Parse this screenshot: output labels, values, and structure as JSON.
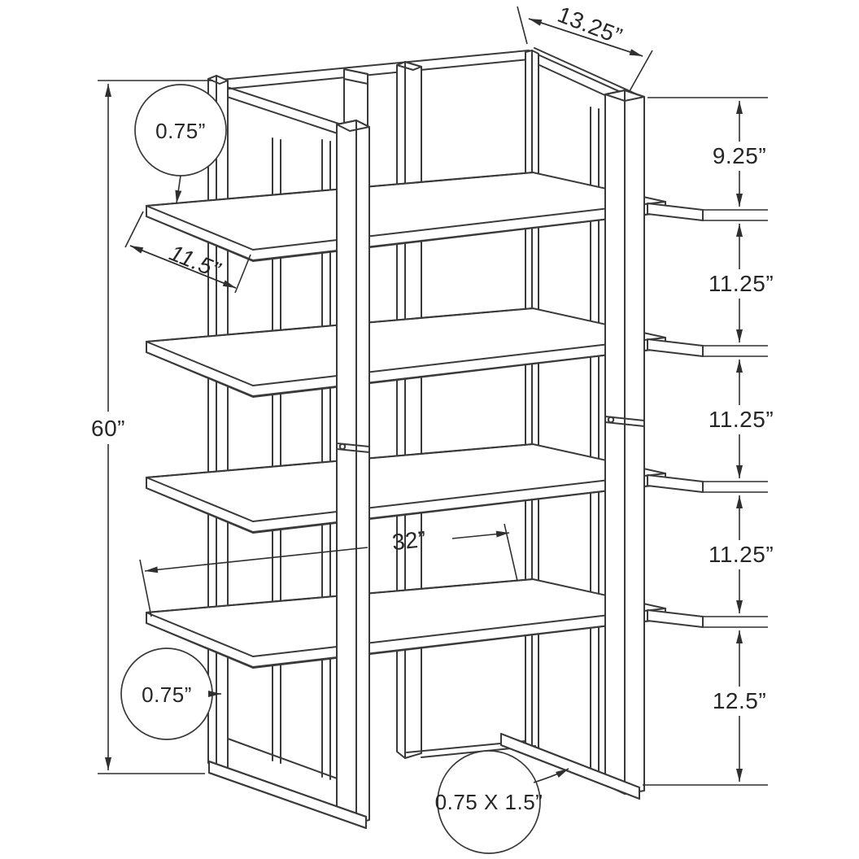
{
  "figure": {
    "title": "4-shelf etagere bookcase dimension line drawing",
    "background_color": "#ffffff",
    "line_color": "#3a3a3a",
    "shelf_count": 4
  },
  "labels": {
    "height_total": "60”",
    "top_depth": "13.25”",
    "gap_top": "9.25”",
    "gap_2": "11.25”",
    "gap_3": "11.25”",
    "gap_4": "11.25”",
    "gap_bottom": "12.5”",
    "shelf_width": "32”",
    "shelf_depth": "11.5”",
    "callout_shelf_thickness": "0.75”",
    "callout_leg": "0.75”",
    "callout_base_tube": "0.75 X 1.5”"
  },
  "values": {
    "height_total_in": 60,
    "top_depth_in": 13.25,
    "gap_top_in": 9.25,
    "gap_mid_in": 11.25,
    "gap_bottom_in": 12.5,
    "shelf_width_in": 32,
    "shelf_depth_in": 11.5,
    "shelf_thickness_in": 0.75,
    "leg_thickness_in": 0.75,
    "base_tube_in": "0.75 x 1.5"
  }
}
